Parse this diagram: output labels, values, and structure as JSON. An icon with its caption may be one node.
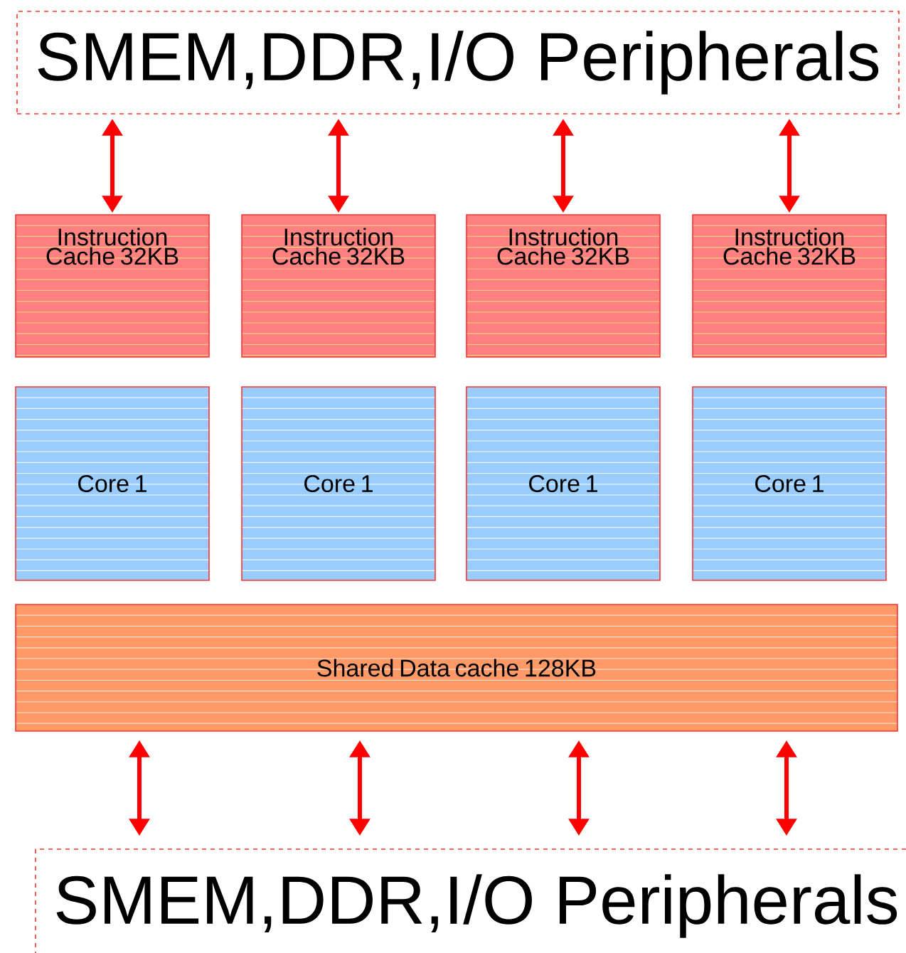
{
  "diagram": {
    "nodes": [
      {
        "text": [
          "SMEM,DDR,I/O Peripherals"
        ]
      },
      {
        "text": [
          "Instruction Cache 32KB"
        ]
      },
      {
        "text": [
          "Instruction Cache 32KB"
        ]
      },
      {
        "text": [
          "Instruction Cache 32KB"
        ]
      },
      {
        "text": [
          "Instruction Cache 32KB"
        ]
      },
      {
        "text": [
          "Core 1"
        ]
      },
      {
        "text": [
          "Core 1"
        ]
      },
      {
        "text": [
          "Core 1"
        ]
      },
      {
        "text": [
          "Core 1"
        ]
      },
      {
        "text": [
          "Shared Data cache 128KB"
        ]
      },
      {
        "text": [
          "SMEM,DDR,I/O Peripherals"
        ]
      }
    ],
    "edges": [
      {
        "from": 0,
        "to": 1,
        "arrow": "both"
      },
      {
        "from": 0,
        "to": 2,
        "arrow": "both"
      },
      {
        "from": 0,
        "to": 3,
        "arrow": "both"
      },
      {
        "from": 0,
        "to": 4,
        "arrow": "both"
      },
      {
        "from": 9,
        "to": 10,
        "arrow": "both"
      },
      {
        "from": 9,
        "to": 10,
        "arrow": "both"
      },
      {
        "from": 9,
        "to": 10,
        "arrow": "both"
      },
      {
        "from": 9,
        "to": 10,
        "arrow": "both"
      }
    ]
  }
}
